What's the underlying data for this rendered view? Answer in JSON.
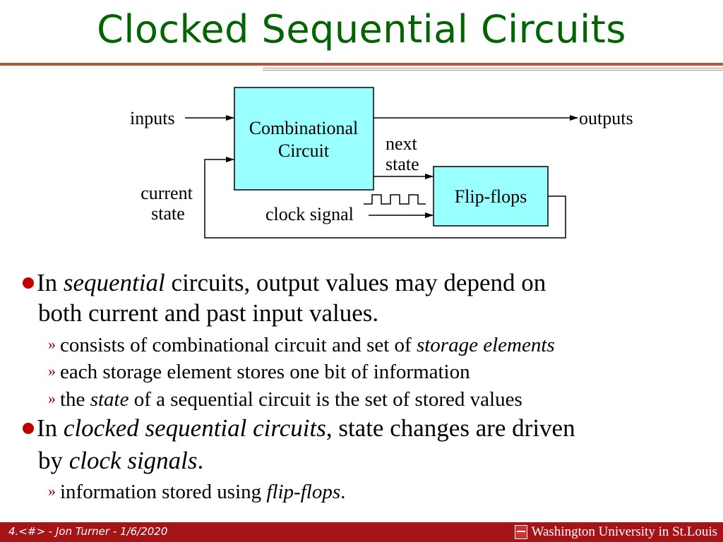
{
  "slide": {
    "title": "Clocked Sequential Circuits"
  },
  "diagram": {
    "combinational_line1": "Combinational",
    "combinational_line2": "Circuit",
    "flipflops": "Flip-flops",
    "inputs": "inputs",
    "outputs": "outputs",
    "next": "next",
    "state": "state",
    "current": "current",
    "current_state": "state",
    "clock_signal": "clock signal",
    "box_fill": "#99ffff"
  },
  "bullets": {
    "b1_pre": "In ",
    "b1_em": "sequential",
    "b1_post": " circuits, output values may depend on",
    "b1_line2": "both current and past input values.",
    "s1_pre": "consists of combinational circuit and set of ",
    "s1_em": "storage elements",
    "s2": "each storage element stores one bit of information",
    "s3_pre": "the ",
    "s3_em": "state",
    "s3_post": " of a sequential circuit is the set of stored values",
    "b2_pre": "In ",
    "b2_em": "clocked sequential circuits",
    "b2_post": ", state changes are driven",
    "b2_line2_pre": "by ",
    "b2_line2_em": "clock signals",
    "b2_line2_post": ".",
    "s4_pre": "information stored using ",
    "s4_em": "flip-flops",
    "s4_post": ".",
    "sub_marker": "»"
  },
  "footer": {
    "left": "4.<#> - Jon Turner - 1/6/2020",
    "right": "Washington University in St.Louis"
  },
  "colors": {
    "title": "#006400",
    "bullet": "#c00000",
    "footer_bg": "#a51417",
    "rule": "#b5563a"
  }
}
